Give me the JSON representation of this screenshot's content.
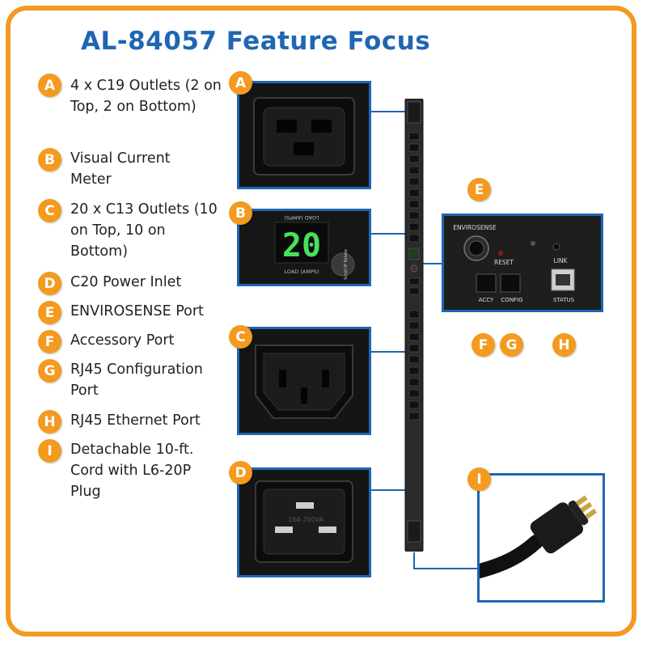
{
  "title": "AL-84057  Feature Focus",
  "features": [
    {
      "letter": "A",
      "text": "4 x C19 Outlets (2 on Top, 2 on Bottom)"
    },
    {
      "letter": "B",
      "text": "Visual Current Meter"
    },
    {
      "letter": "C",
      "text": "20 x C13 Outlets (10 on Top, 10 on Bottom)"
    },
    {
      "letter": "D",
      "text": "C20 Power Inlet"
    },
    {
      "letter": "E",
      "text": "ENVIROSENSE Port"
    },
    {
      "letter": "F",
      "text": "Accessory Port"
    },
    {
      "letter": "G",
      "text": "RJ45 Configuration Port"
    },
    {
      "letter": "H",
      "text": "RJ45 Ethernet Port"
    },
    {
      "letter": "I",
      "text": "Detachable 10-ft. Cord with L6-20P Plug"
    }
  ],
  "meter": {
    "reading": "20",
    "label_top": "LOAD (AMPS)",
    "label_bottom": "LOAD (AMPS)",
    "button": "Scroll IP Rotate"
  },
  "inlet_label": "16A 250VA",
  "network": {
    "envirosense": "ENVIROSENSE",
    "reset": "RESET",
    "link": "LINK",
    "accy": "ACCY",
    "config": "CONFIG",
    "status": "STATUS"
  },
  "colors": {
    "accent": "#f39a1f",
    "brand": "#1f66b3",
    "meter_digits": "#49e05a"
  }
}
